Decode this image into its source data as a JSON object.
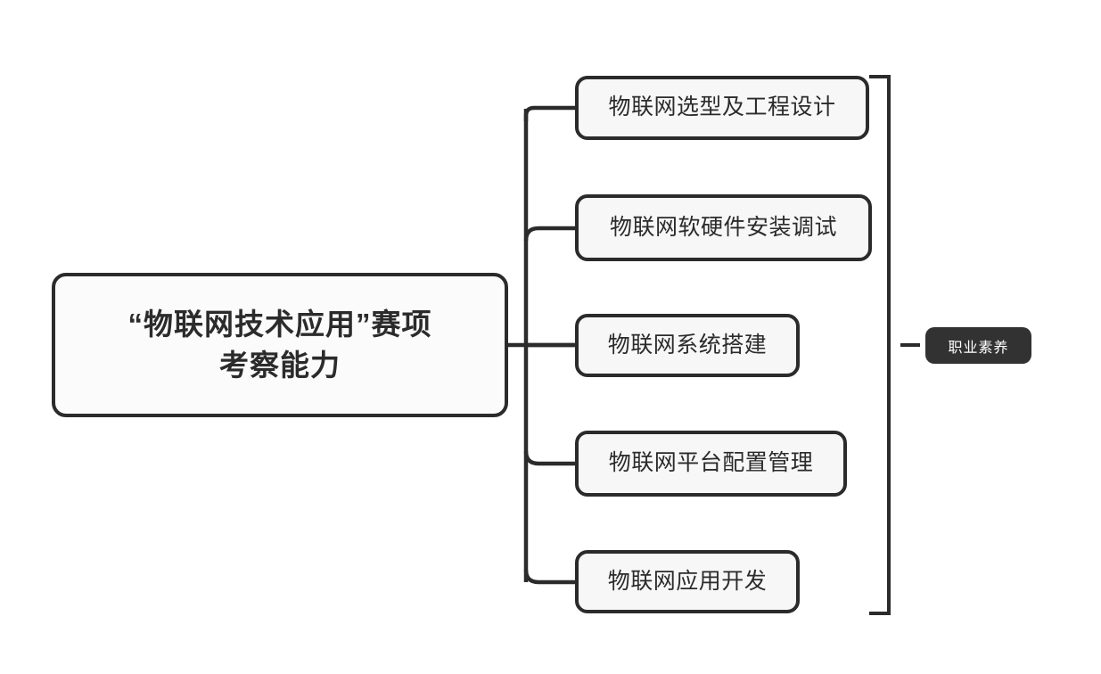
{
  "diagram": {
    "title": "物联网技术应用赛项考察能力思维导图",
    "background_color": "#ffffff",
    "line_color": "#2b2b2b",
    "node_fill": "#f7f7f7",
    "badge_fill": "#323232",
    "badge_text_color": "#ffffff"
  },
  "root": {
    "label": "“物联网技术应用”赛项\n考察能力"
  },
  "children": [
    {
      "label": "物联网选型及工程设计"
    },
    {
      "label": "物联网软硬件安装调试"
    },
    {
      "label": "物联网系统搭建"
    },
    {
      "label": "物联网平台配置管理"
    },
    {
      "label": "物联网应用开发"
    }
  ],
  "badge": {
    "label": "职业素养"
  }
}
